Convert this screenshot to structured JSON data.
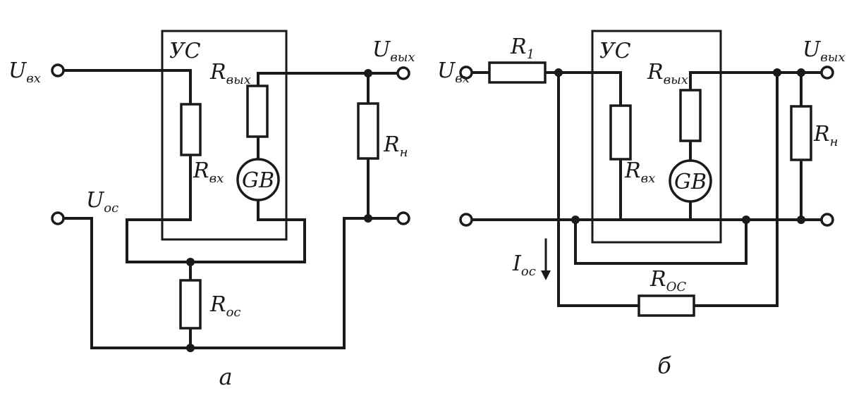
{
  "left": {
    "block": "УС",
    "u_in": {
      "base": "U",
      "sub": "вх"
    },
    "u_out": {
      "base": "U",
      "sub": "вых"
    },
    "u_fb": {
      "base": "U",
      "sub": "ос"
    },
    "r_in": {
      "base": "R",
      "sub": "вх"
    },
    "r_out": {
      "base": "R",
      "sub": "вых"
    },
    "r_load": {
      "base": "R",
      "sub": "н"
    },
    "r_fb": {
      "base": "R",
      "sub": "ос"
    },
    "source": "GB",
    "caption": "а"
  },
  "right": {
    "block": "УС",
    "u_in": {
      "base": "U",
      "sub": "вх"
    },
    "u_out": {
      "base": "U",
      "sub": "вых"
    },
    "r1": {
      "base": "R",
      "sub": "1"
    },
    "r_in": {
      "base": "R",
      "sub": "вх"
    },
    "r_out": {
      "base": "R",
      "sub": "вых"
    },
    "r_load": {
      "base": "R",
      "sub": "н"
    },
    "r_fb": {
      "base": "R",
      "sub": "ОС"
    },
    "i_fb": {
      "base": "I",
      "sub": "ос"
    },
    "source": "GB",
    "caption": "б"
  }
}
